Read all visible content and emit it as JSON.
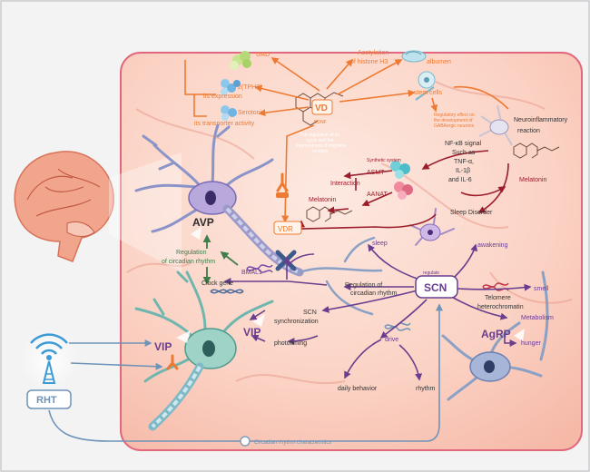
{
  "labels": {
    "gad": "GAD",
    "acetylation": "Acetylation",
    "histone": "of histone H3",
    "albumen": "albumen",
    "tph2": "2(TPH2)",
    "its_expression": "its expression",
    "serotonin": "Serotonin",
    "vd": "VD",
    "bdnf": "BDNF",
    "stem_cells": "stem cells",
    "regulatory_1": "Regulatory effect on",
    "regulatory_2": "the development of",
    "regulatory_3": "GABAergic neurons",
    "transporter": "its transporter activity",
    "neuroinflammatory_1": "Neuroinflammatory",
    "neuroinflammatory_2": "reaction",
    "cycle_1": "The regulation of its",
    "cycle_2": "cycle and the",
    "cycle_3": "improvement of cognitive",
    "cycle_4": "function",
    "synthetic_system": "Synthetic system",
    "nfkb_1": "NF-κB signal",
    "nfkb_2": "Such as",
    "nfkb_3": "TNF-α,",
    "nfkb_4": "IL-1β",
    "nfkb_5": "and IL-6",
    "asmt": "ASMT",
    "interaction": "Interaction",
    "aanat": "AANAT",
    "melatonin_left": "Melatonin",
    "melatonin_right": "Melatonin",
    "sleep_disorder": "Sleep Disorder",
    "avp": "AVP",
    "vdr": "VDR",
    "sleep": "sleep",
    "awakening": "awakening",
    "reg_circ_1": "Regulation",
    "reg_circ_2": "of circadian rhythm",
    "bmal1": "BMAL1",
    "regulate": "regulate",
    "clock_gene": "Clock gene",
    "reg_circ_right_1": "Regulation of",
    "reg_circ_right_2": "circadian rhythm",
    "scn": "SCN",
    "smell": "smell",
    "telomere_1": "Telomere",
    "telomere_2": "heterochromatin",
    "scn_sync_1": "SCN",
    "scn_sync_2": "synchronization",
    "vip_inner": "VIP",
    "metabolism": "Metabolism",
    "agrp": "AgRP",
    "vip_outer": "VIP",
    "phototiming": "phototiming",
    "drive": "drive",
    "hunger": "hunger",
    "daily_behavior": "daily behavior",
    "rhythm": "rhythm",
    "rht": "RHT",
    "circadian_characteristics": "Circadian rhythm characteristics"
  },
  "colors": {
    "orange": "#ee7a32",
    "darkred": "#9b1c2a",
    "purple": "#6a3d8e",
    "green": "#3f7d4a",
    "blue": "#6f93b8",
    "panel_fill": "#fbd8cc",
    "panel_stroke": "#e1687c"
  }
}
